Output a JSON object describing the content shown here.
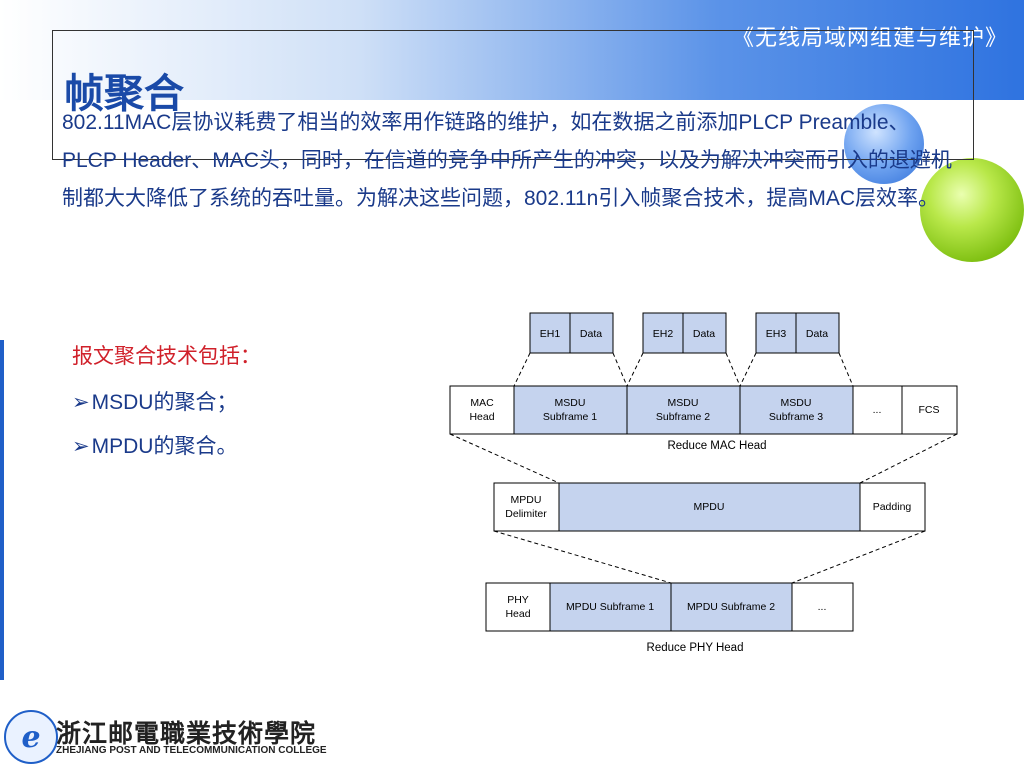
{
  "header": {
    "course_title": "《无线局域网组建与维护》",
    "page_title": "帧聚合"
  },
  "body": {
    "paragraph": "802.11MAC层协议耗费了相当的效率用作链路的维护，如在数据之前添加PLCP Preamble、PLCP Header、MAC头，同时，在信道的竞争中所产生的冲突，以及为解决冲突而引入的退避机制都大大降低了系统的吞吐量。为解决这些问题，802.11n引入帧聚合技术，提高MAC层效率。"
  },
  "techniques": {
    "heading": "报文聚合技术包括：",
    "items": [
      "MSDU的聚合；",
      "MPDU的聚合。"
    ]
  },
  "diagram": {
    "top_frames": [
      {
        "eh": "EH1",
        "data": "Data"
      },
      {
        "eh": "EH2",
        "data": "Data"
      },
      {
        "eh": "EH3",
        "data": "Data"
      }
    ],
    "mac_row": {
      "head": [
        "MAC",
        "Head"
      ],
      "subframes": [
        [
          "MSDU",
          "Subframe 1"
        ],
        [
          "MSDU",
          "Subframe 2"
        ],
        [
          "MSDU",
          "Subframe 3"
        ]
      ],
      "ellipsis": "...",
      "fcs": "FCS",
      "caption": "Reduce MAC Head"
    },
    "mpdu_row": {
      "delimiter": [
        "MPDU",
        "Delimiter"
      ],
      "mpdu": "MPDU",
      "padding": "Padding"
    },
    "phy_row": {
      "head": [
        "PHY",
        "Head"
      ],
      "subframes": [
        "MPDU Subframe 1",
        "MPDU Subframe 2"
      ],
      "ellipsis": "...",
      "caption": "Reduce PHY Head"
    }
  },
  "footer": {
    "logo_letter": "e",
    "college_cn": "浙江邮電職業技術學院",
    "college_en": "ZHEJIANG POST AND TELECOMMUNICATION COLLEGE"
  },
  "colors": {
    "accent_blue": "#1a4aa8",
    "heading_red": "#d0202a",
    "box_fill": "#c5d3ee"
  }
}
